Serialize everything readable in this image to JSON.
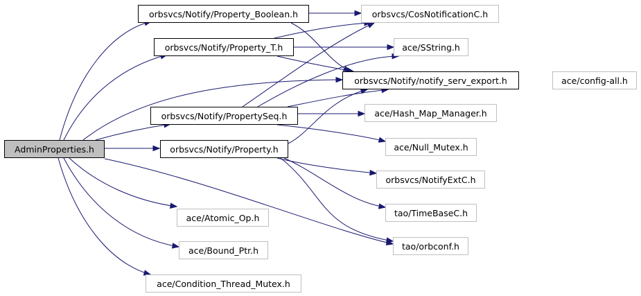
{
  "graph": {
    "edge_color": "#191970",
    "root_fill": "#bfbfbf",
    "external_border": "#bfbfbf",
    "nodes": [
      {
        "id": "admin",
        "label": "AdminProperties.h",
        "kind": "root"
      },
      {
        "id": "pbool",
        "label": "orbsvcs/Notify/Property_Boolean.h",
        "kind": "documented"
      },
      {
        "id": "pt",
        "label": "orbsvcs/Notify/Property_T.h",
        "kind": "documented"
      },
      {
        "id": "pseq",
        "label": "orbsvcs/Notify/PropertySeq.h",
        "kind": "documented"
      },
      {
        "id": "prop",
        "label": "orbsvcs/Notify/Property.h",
        "kind": "documented"
      },
      {
        "id": "cosn",
        "label": "orbsvcs/CosNotificationC.h",
        "kind": "external"
      },
      {
        "id": "sstr",
        "label": "ace/SString.h",
        "kind": "external"
      },
      {
        "id": "nse",
        "label": "orbsvcs/Notify/notify_serv_export.h",
        "kind": "documented"
      },
      {
        "id": "cfg",
        "label": "ace/config-all.h",
        "kind": "external"
      },
      {
        "id": "hmm",
        "label": "ace/Hash_Map_Manager.h",
        "kind": "external"
      },
      {
        "id": "nmx",
        "label": "ace/Null_Mutex.h",
        "kind": "external"
      },
      {
        "id": "next",
        "label": "orbsvcs/NotifyExtC.h",
        "kind": "external"
      },
      {
        "id": "tbc",
        "label": "tao/TimeBaseC.h",
        "kind": "external"
      },
      {
        "id": "orbc",
        "label": "tao/orbconf.h",
        "kind": "external"
      },
      {
        "id": "atom",
        "label": "ace/Atomic_Op.h",
        "kind": "external"
      },
      {
        "id": "bptr",
        "label": "ace/Bound_Ptr.h",
        "kind": "external"
      },
      {
        "id": "ctm",
        "label": "ace/Condition_Thread_Mutex.h",
        "kind": "external"
      }
    ],
    "edges": [
      {
        "from": "admin",
        "to": "pbool"
      },
      {
        "from": "admin",
        "to": "pt"
      },
      {
        "from": "admin",
        "to": "nse"
      },
      {
        "from": "admin",
        "to": "pseq"
      },
      {
        "from": "admin",
        "to": "prop"
      },
      {
        "from": "admin",
        "to": "orbc"
      },
      {
        "from": "admin",
        "to": "atom"
      },
      {
        "from": "admin",
        "to": "bptr"
      },
      {
        "from": "admin",
        "to": "ctm"
      },
      {
        "from": "pbool",
        "to": "cosn"
      },
      {
        "from": "pbool",
        "to": "nse"
      },
      {
        "from": "pt",
        "to": "cosn"
      },
      {
        "from": "pt",
        "to": "sstr"
      },
      {
        "from": "pt",
        "to": "nse"
      },
      {
        "from": "pseq",
        "to": "cosn"
      },
      {
        "from": "pseq",
        "to": "sstr"
      },
      {
        "from": "pseq",
        "to": "nse"
      },
      {
        "from": "pseq",
        "to": "hmm"
      },
      {
        "from": "pseq",
        "to": "nmx"
      },
      {
        "from": "prop",
        "to": "nse"
      },
      {
        "from": "prop",
        "to": "next"
      },
      {
        "from": "prop",
        "to": "tbc"
      },
      {
        "from": "prop",
        "to": "orbc"
      },
      {
        "from": "nse",
        "to": "cfg"
      }
    ]
  }
}
